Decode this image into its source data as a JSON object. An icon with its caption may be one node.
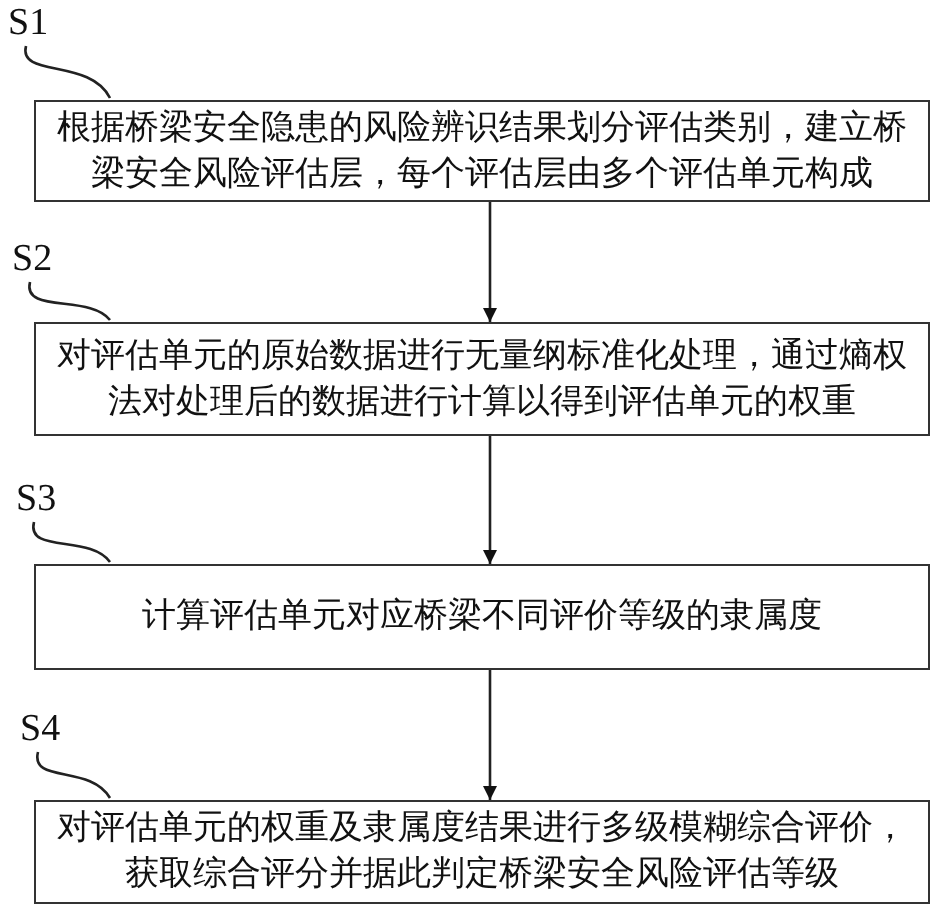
{
  "diagram": {
    "nodes": [
      {
        "text": [
          "S1"
        ]
      },
      {
        "text": [
          "根据桥梁安全隐患的风险辨识结果划分评估类别，建立桥梁安全风险评估层，每个评估层由多个评估单元构成"
        ]
      },
      {
        "text": [
          "S2"
        ]
      },
      {
        "text": [
          "对评估单元的原始数据进行无量纲标准化处理，通过熵权法对处理后的数据进行计算以得到评估单元的权重"
        ]
      },
      {
        "text": [
          "S3"
        ]
      },
      {
        "text": [
          "计算评估单元对应桥梁不同评价等级的隶属度"
        ]
      },
      {
        "text": [
          "S4"
        ]
      },
      {
        "text": [
          "对评估单元的权重及隶属度结果进行多级模糊综合评价，获取综合评分并据此判定桥梁安全风险评估等级"
        ]
      }
    ],
    "edges": [
      {
        "from": 0,
        "to": 1,
        "arrow": "none"
      },
      {
        "from": 1,
        "to": 3,
        "arrow": "to"
      },
      {
        "from": 2,
        "to": 3,
        "arrow": "none"
      },
      {
        "from": 3,
        "to": 5,
        "arrow": "to"
      },
      {
        "from": 4,
        "to": 5,
        "arrow": "none"
      },
      {
        "from": 5,
        "to": 7,
        "arrow": "to"
      },
      {
        "from": 6,
        "to": 7,
        "arrow": "none"
      }
    ]
  }
}
